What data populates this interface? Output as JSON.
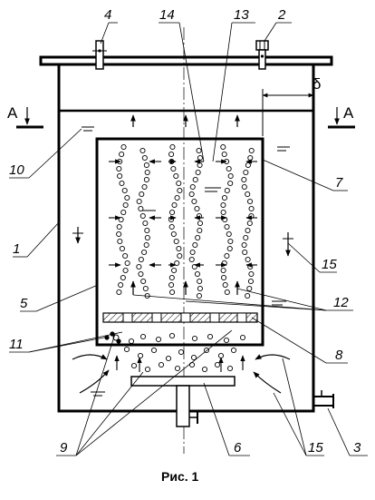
{
  "figure": {
    "caption": "Рис. 1",
    "section_mark": "A",
    "gap_symbol": "δ"
  },
  "labels": {
    "l1": "1",
    "l2": "2",
    "l3": "3",
    "l4": "4",
    "l5": "5",
    "l6": "6",
    "l7": "7",
    "l8": "8",
    "l9": "9",
    "l10": "10",
    "l11": "11",
    "l12": "12",
    "l13": "13",
    "l14": "14",
    "l15a": "15",
    "l15b": "15"
  }
}
